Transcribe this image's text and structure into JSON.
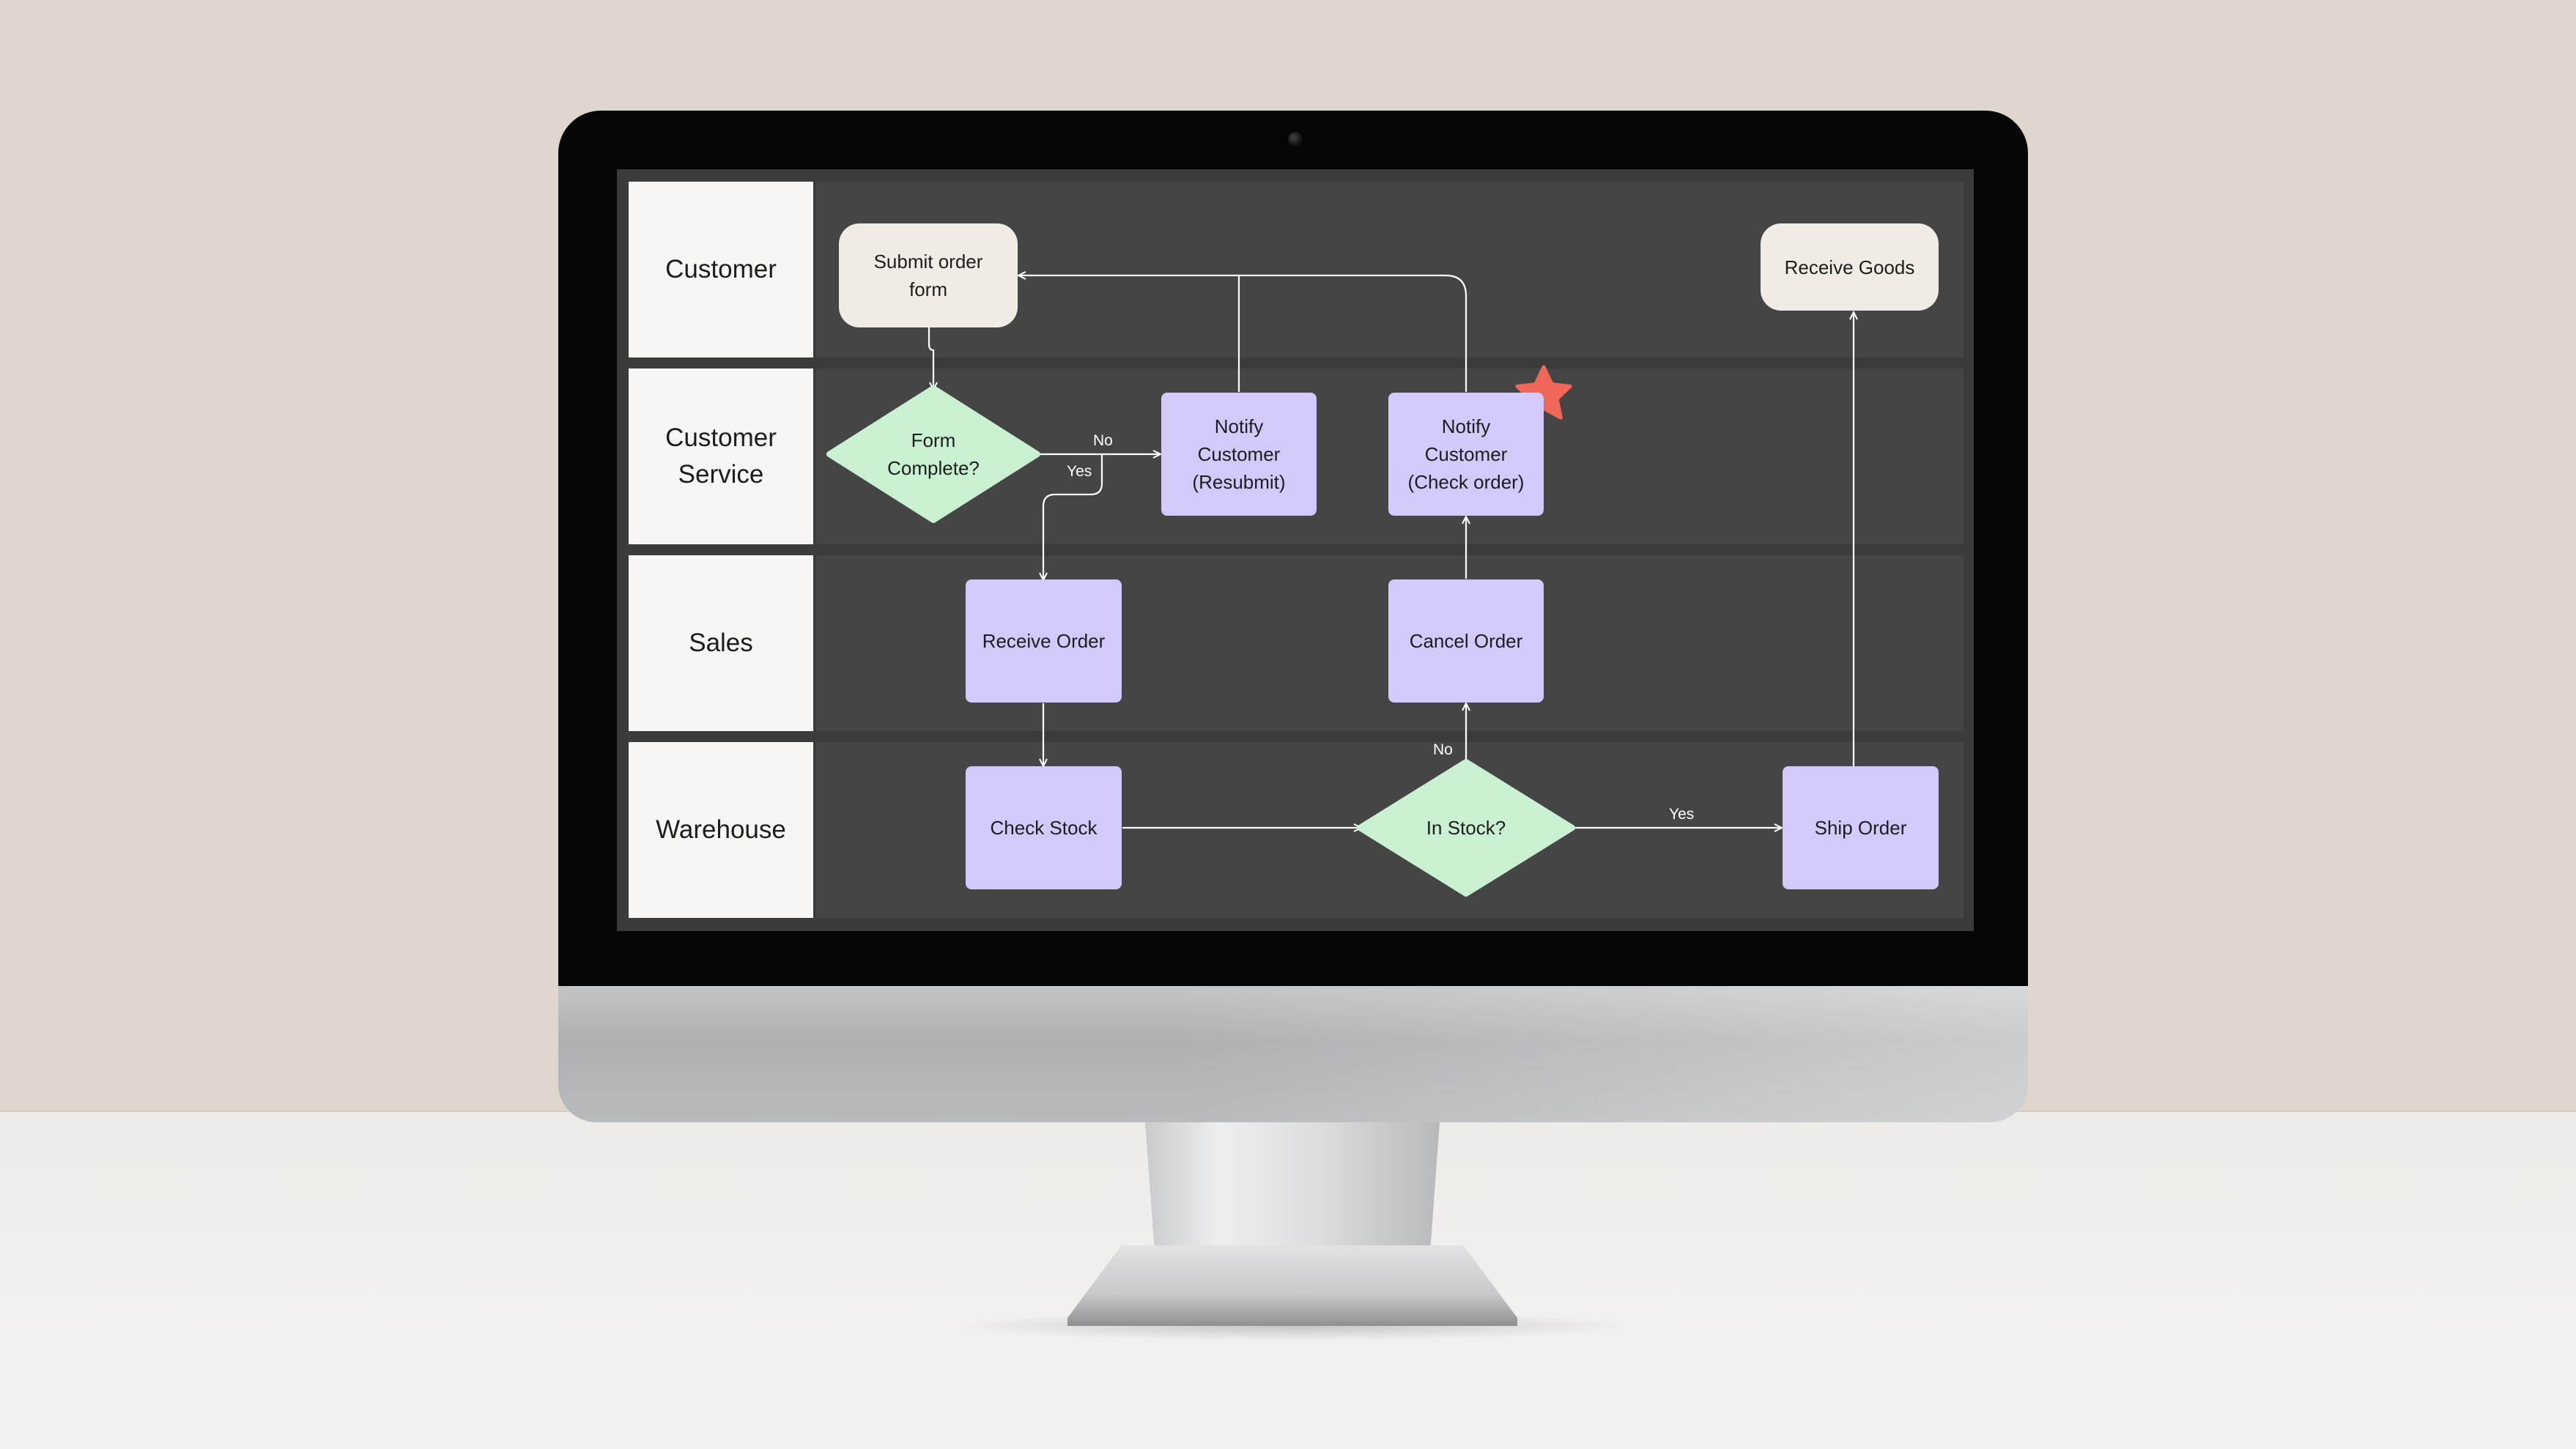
{
  "diagram": {
    "lanes": [
      {
        "id": "customer",
        "label": "Customer"
      },
      {
        "id": "customer_service",
        "label": "Customer\nService"
      },
      {
        "id": "sales",
        "label": "Sales"
      },
      {
        "id": "warehouse",
        "label": "Warehouse"
      }
    ],
    "nodes": {
      "submit_order_form": "Submit order\nform",
      "receive_goods": "Receive Goods",
      "form_complete": "Form\nComplete?",
      "notify_resubmit": "Notify\nCustomer\n(Resubmit)",
      "notify_check_order": "Notify\nCustomer\n(Check order)",
      "receive_order": "Receive Order",
      "cancel_order": "Cancel Order",
      "check_stock": "Check Stock",
      "in_stock": "In Stock?",
      "ship_order": "Ship Order"
    },
    "edge_labels": {
      "form_no": "No",
      "form_yes": "Yes",
      "stock_no": "No",
      "stock_yes": "Yes"
    },
    "colors": {
      "terminal": "#f0ebe4",
      "process": "#d4c9fb",
      "decision": "#c9f1d1",
      "highlight_star": "#f0675a",
      "lane_background": "#454545",
      "lane_label_background": "#f7f6f2"
    },
    "highlight": {
      "node": "notify_check_order",
      "icon": "star-icon"
    }
  }
}
